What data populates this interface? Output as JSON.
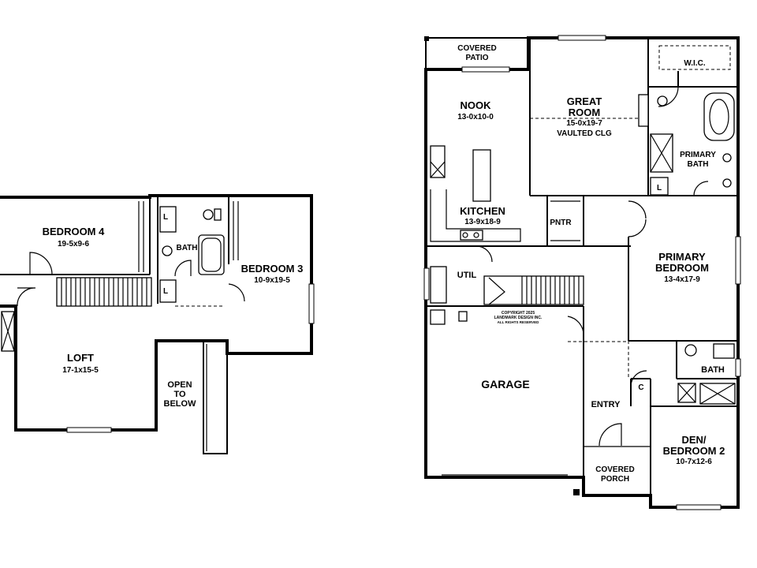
{
  "upper_floor": {
    "bedroom4": {
      "name": "BEDROOM 4",
      "dims": "19-5x9-6"
    },
    "bedroom3": {
      "name": "BEDROOM 3",
      "dims": "10-9x19-5"
    },
    "loft": {
      "name": "LOFT",
      "dims": "17-1x15-5"
    },
    "bath": "BATH",
    "linen1": "L",
    "linen2": "L",
    "open_to_below": [
      "OPEN",
      "TO",
      "BELOW"
    ]
  },
  "main_floor": {
    "covered_patio": [
      "COVERED",
      "PATIO"
    ],
    "nook": {
      "name": "NOOK",
      "dims": "13-0x10-0"
    },
    "great_room": {
      "name1": "GREAT",
      "name2": "ROOM",
      "dims": "15-0x19-7",
      "note": "VAULTED CLG"
    },
    "wic": "W.I.C.",
    "primary_bath": [
      "PRIMARY",
      "BATH"
    ],
    "linen": "L",
    "kitchen": {
      "name": "KITCHEN",
      "dims": "13-9x18-9"
    },
    "pantry": "PNTR",
    "primary_bedroom": {
      "name1": "PRIMARY",
      "name2": "BEDROOM",
      "dims": "13-4x17-9"
    },
    "util": "UTIL",
    "copyright": [
      "COPYRIGHT 2025",
      "LANDMARK DESIGN INC.",
      "ALL RIGHTS RESERVED"
    ],
    "garage": "GARAGE",
    "bath2": "BATH",
    "closet": "C",
    "entry": "ENTRY",
    "den": {
      "name1": "DEN/",
      "name2": "BEDROOM 2",
      "dims": "10-7x12-6"
    },
    "covered_porch": [
      "COVERED",
      "PORCH"
    ]
  }
}
